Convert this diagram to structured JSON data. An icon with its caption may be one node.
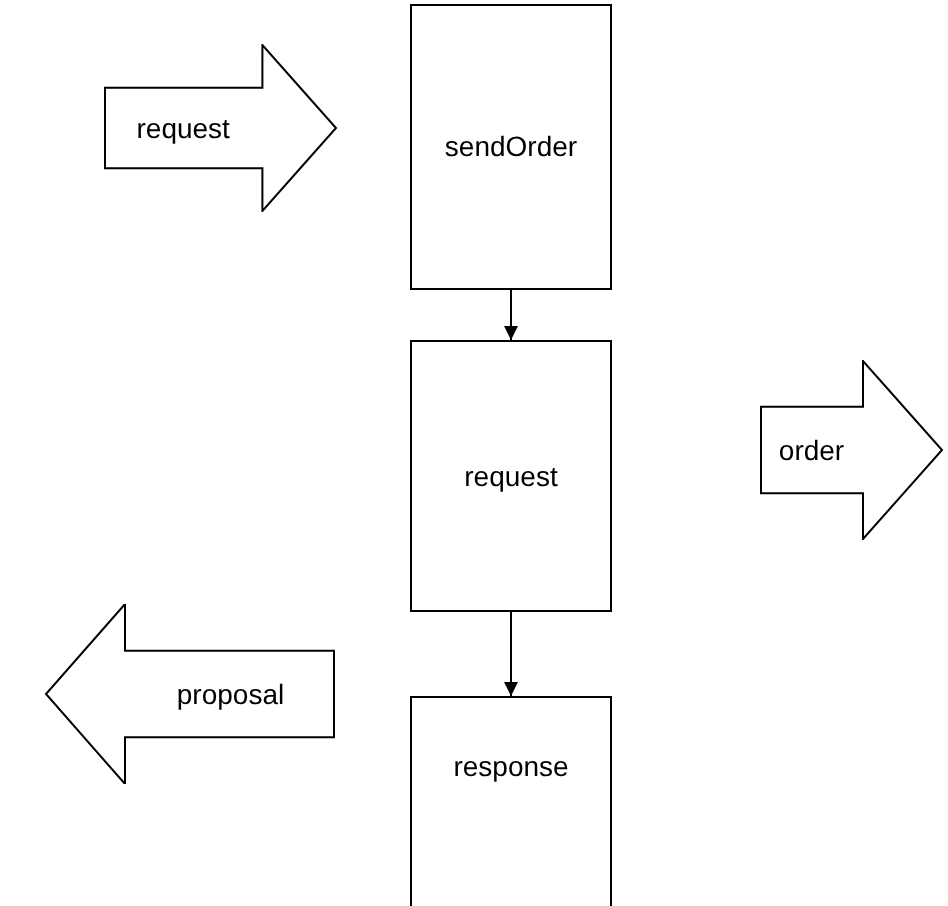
{
  "diagram": {
    "nodes": [
      {
        "text": [
          "request"
        ]
      },
      {
        "text": [
          "sendOrder"
        ]
      },
      {
        "text": [
          "request"
        ]
      },
      {
        "text": [
          "order"
        ]
      },
      {
        "text": [
          "proposal"
        ]
      },
      {
        "text": [
          "response"
        ]
      }
    ],
    "edges": [
      {
        "from": 1,
        "to": 2,
        "arrow": "to"
      },
      {
        "from": 2,
        "to": 5,
        "arrow": "to"
      }
    ]
  }
}
